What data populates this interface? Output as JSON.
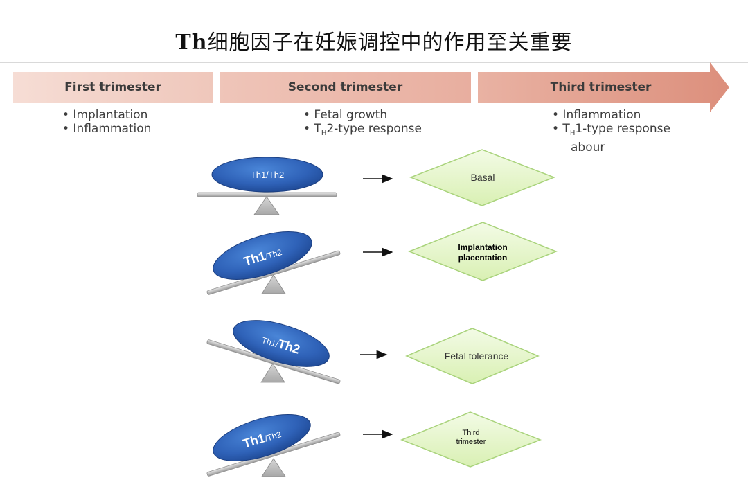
{
  "title": {
    "prefix": "Th",
    "rest": "细胞因子在妊娠调控中的作用至关重要"
  },
  "phases": [
    {
      "label": "First trimester",
      "bullets": [
        "• Implantation",
        "• Inflammation"
      ]
    },
    {
      "label": "Second trimester",
      "bullets": [
        "• Fetal growth",
        "• T"
      ],
      "sub": "H",
      "tail": "2-type response"
    },
    {
      "label": "Third trimester",
      "bullets": [
        "• Inflammation",
        "• T",
        "abour"
      ],
      "sub": "H",
      "tail": "1-type response"
    }
  ],
  "rows": [
    {
      "ellipse_left": "Th1/Th2",
      "outcome": "Basal"
    },
    {
      "ellipse_left": "Th1",
      "ellipse_right": "/Th2",
      "outcome_lines": [
        "Implantation",
        "placentation"
      ]
    },
    {
      "ellipse_left": "Th1/",
      "ellipse_right": "Th2",
      "outcome": "Fetal tolerance"
    },
    {
      "ellipse_left": "Th1",
      "ellipse_right": "/Th2",
      "outcome_lines": [
        "Third",
        "trimester"
      ]
    }
  ],
  "colors": {
    "phase1": "#f2cfc4",
    "phase2": "#ebb3a5",
    "phase3": "#df9a88",
    "ellipse": "#2f62b8",
    "diamond_fill": "#e6f7c9",
    "diamond_stroke": "#a9d37b"
  }
}
